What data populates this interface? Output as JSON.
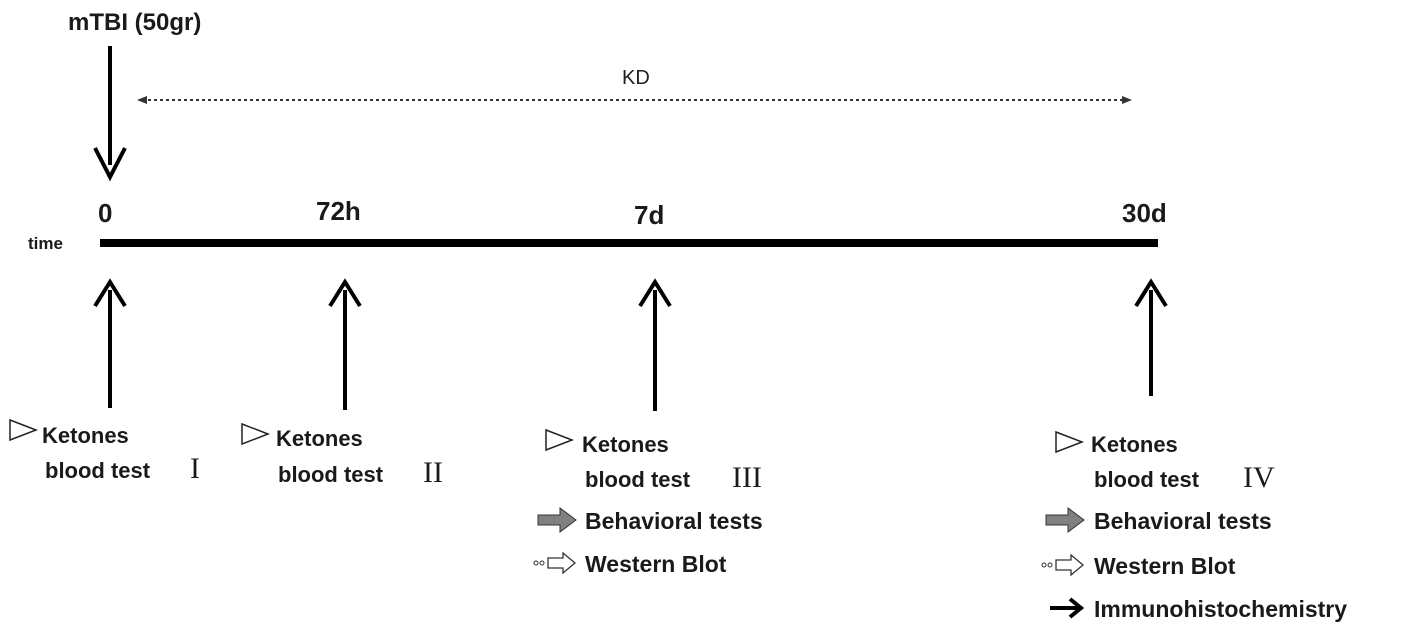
{
  "injury_label": "mTBI (50gr)",
  "diet_label": "KD",
  "axis_label": "time",
  "timepoints": [
    "0",
    "72h",
    "7d",
    "30d"
  ],
  "tests": {
    "t0": {
      "ketones_line1": "Ketones",
      "ketones_line2": "blood test",
      "numeral": "I"
    },
    "t72h": {
      "ketones_line1": "Ketones",
      "ketones_line2": "blood test",
      "numeral": "II"
    },
    "t7d": {
      "ketones_line1": "Ketones",
      "ketones_line2": "blood test",
      "numeral": "III",
      "behavioral": "Behavioral tests",
      "western": "Western Blot"
    },
    "t30d": {
      "ketones_line1": "Ketones",
      "ketones_line2": "blood test",
      "numeral": "IV",
      "behavioral": "Behavioral tests",
      "western": "Western Blot",
      "ihc": "Immunohistochemistry"
    }
  },
  "icons": {
    "ketones": "outline-arrowhead-icon",
    "behavioral": "gray-block-arrow-icon",
    "western": "dotted-outline-arrow-icon",
    "ihc": "black-arrow-icon"
  },
  "colors": {
    "line": "#000000",
    "text": "#1a1a1a",
    "gray_arrow": "#808080",
    "dotted": "#555555"
  }
}
